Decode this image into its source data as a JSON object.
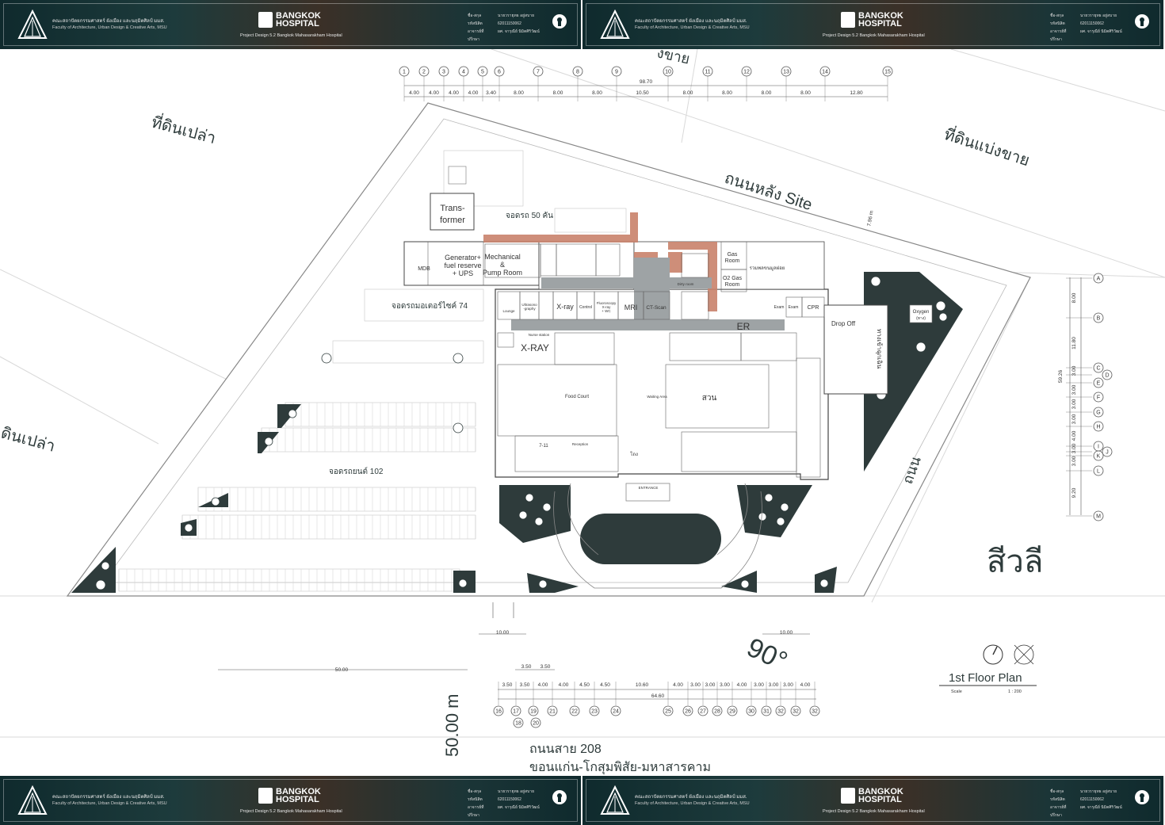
{
  "header": {
    "faculty_th": "คณะสถาปัตยกรรมศาสตร์ ผังเมือง และนฤมิตศิลป์ มมส.",
    "faculty_en": "Faculty of Architecture, Urban Design & Creative Arts, MSU",
    "brand_line1": "BANGKOK",
    "brand_line2": "HOSPITAL",
    "project": "Project Design 5.2 Bangkok Mahasarakham Hospital",
    "info": [
      {
        "key": "ชื่อ-สกุล",
        "value": "นายวรายุทธ อยู่สบาย"
      },
      {
        "key": "รหัสนิสิต",
        "value": "62011150062"
      },
      {
        "key": "อาจารย์ที่ปรึกษา",
        "value": "ผศ. จารุณีย์ นิมิตศิริวัฒน์"
      }
    ]
  },
  "site_labels": {
    "vacant_nw": "ที่ดินเปล่า",
    "vacant_w": "ดินเปล่า",
    "plot_ne": "ที่ดินแบ่งขาย",
    "plot_top": "งขาย",
    "back_road": "ถนนหลัง Site",
    "sivali": "สีวลี",
    "east_road": "ถนน",
    "highway_1": "ถนนสาย 208",
    "highway_2": "ขอนแก่น-โกสุมพิสัย-มหาสารคาม",
    "setback": "50.00 m",
    "angle": "90°"
  },
  "parking": {
    "car_north": "จอดรถ 50 คัน",
    "motorcycle": "จอดรถมอเตอร์ไซค์ 74",
    "car_south": "จอดรถยนต์ 102"
  },
  "rooms": {
    "transformer_1": "Trans-",
    "transformer_2": "former",
    "mdb": "MDB",
    "generator_1": "Generator+",
    "generator_2": "fuel reserve",
    "generator_3": "+ UPS",
    "mech_1": "Mechanical",
    "mech_2": "&",
    "mech_3": "Pump Room",
    "xray_room": "X-ray",
    "control": "Control",
    "fluoro_1": "Fluoroscopy",
    "fluoro_2": "X-ray",
    "fluoro_3": "+ WC",
    "mri": "MRI",
    "ct": "CT-Scan",
    "xray_dept": "X-RAY",
    "lounge": "Lounge",
    "ultrasound_1": "Ultrasono",
    "ultrasound_2": "-graphy",
    "nurse_station": "Nurse station",
    "er": "ER",
    "gas_1": "Gas",
    "gas_2": "Room",
    "o2_1": "O2 Gas",
    "o2_2": "Room",
    "waste": "รวมพลขนมูลฝอย",
    "exam_1": "Exam",
    "exam_2": "Exam",
    "cpr": "CPR",
    "drop_off": "Drop Off",
    "oxygen_1": "Oxygen",
    "oxygen_2": "(ทาง)",
    "entrance_1": "ทางเข้าฉุกเฉิน",
    "food_court": "Food Court",
    "waiting": "Waiting Area",
    "garden": "สวน",
    "seven_eleven": "7-11",
    "reception": "Reception",
    "lobby": "โถง",
    "dirty": "Dirty room",
    "entrance_main": "ENTRANCE"
  },
  "grid": {
    "top": [
      "1",
      "2",
      "3",
      "4",
      "5",
      "6",
      "7",
      "8",
      "9",
      "10",
      "11",
      "12",
      "13",
      "14",
      "15"
    ],
    "top_dims": [
      "4.00",
      "4.00",
      "4.00",
      "4.00",
      "3.40",
      "8.00",
      "8.00",
      "8.00",
      "10.50",
      "8.00",
      "8.00",
      "8.00",
      "8.00",
      "12.80"
    ],
    "top_total": "98.70",
    "right": [
      "A",
      "B",
      "C",
      "D",
      "E",
      "F",
      "G",
      "H",
      "I",
      "J",
      "K",
      "L",
      "M"
    ],
    "right_dims": [
      "8.00",
      "11.80",
      "3.00",
      "3.00",
      "3.00",
      "3.00",
      "4.00",
      "3.00",
      "3.00",
      "9.20"
    ],
    "right_total": "59.26",
    "bottom": [
      "16",
      "17",
      "19",
      "21",
      "22",
      "23",
      "24",
      "25",
      "26",
      "27",
      "28",
      "29",
      "30",
      "31",
      "32",
      "32",
      "32"
    ],
    "bottom_extra": [
      "18",
      "20"
    ],
    "bottom_dims": [
      "3.50",
      "3.50",
      "4.00",
      "4.00",
      "4.50",
      "4.50",
      "10.60",
      "4.00",
      "3.00",
      "3.00",
      "3.00",
      "4.00",
      "3.00",
      "3.00",
      "3.00",
      "4.00"
    ],
    "bottom_total": "64.60",
    "bottom_small_dims": [
      "3.50",
      "3.50"
    ],
    "road_dims": [
      "10.00",
      "10.00",
      "50.00"
    ],
    "road_offset": "7.96 m"
  },
  "legend": {
    "title": "1st Floor Plan",
    "scale_label": "Scale",
    "scale_value": "1 : 200"
  },
  "colors": {
    "building_core": "#9ea3a5",
    "service_red": "#c9826b",
    "dark_green": "#2e3b3b",
    "banner_dark": "#0f2a2d"
  }
}
